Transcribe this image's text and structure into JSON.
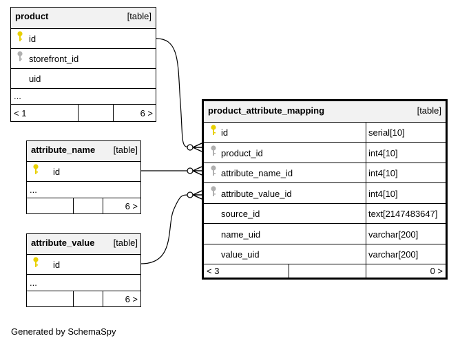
{
  "tables": {
    "product": {
      "name": "product",
      "tag": "[table]",
      "columns": [
        {
          "name": "id",
          "key": "primary-key-icon"
        },
        {
          "name": "storefront_id",
          "key": "foreign-key-icon"
        },
        {
          "name": "uid",
          "key": ""
        }
      ],
      "ellipsis": "...",
      "footer_left": "< 1",
      "footer_right": "6 >"
    },
    "attribute_name": {
      "name": "attribute_name",
      "tag": "[table]",
      "columns": [
        {
          "name": "id",
          "key": "primary-key-icon"
        }
      ],
      "ellipsis": "...",
      "footer_right": "6 >"
    },
    "attribute_value": {
      "name": "attribute_value",
      "tag": "[table]",
      "columns": [
        {
          "name": "id",
          "key": "primary-key-icon"
        }
      ],
      "ellipsis": "...",
      "footer_right": "6 >"
    },
    "product_attribute_mapping": {
      "name": "product_attribute_mapping",
      "tag": "[table]",
      "columns": [
        {
          "name": "id",
          "type": "serial[10]",
          "key": "primary-key-icon"
        },
        {
          "name": "product_id",
          "type": "int4[10]",
          "key": "foreign-key-icon"
        },
        {
          "name": "attribute_name_id",
          "type": "int4[10]",
          "key": "foreign-key-icon"
        },
        {
          "name": "attribute_value_id",
          "type": "int4[10]",
          "key": "foreign-key-icon"
        },
        {
          "name": "source_id",
          "type": "text[2147483647]",
          "key": ""
        },
        {
          "name": "name_uid",
          "type": "varchar[200]",
          "key": ""
        },
        {
          "name": "value_uid",
          "type": "varchar[200]",
          "key": ""
        }
      ],
      "footer_left": "< 3",
      "footer_right": "0 >"
    }
  },
  "colors": {
    "primary_key": "#e8d000",
    "foreign_key": "#b0b0b0",
    "header_bg": "#f2f2f2"
  },
  "caption": "Generated by SchemaSpy"
}
